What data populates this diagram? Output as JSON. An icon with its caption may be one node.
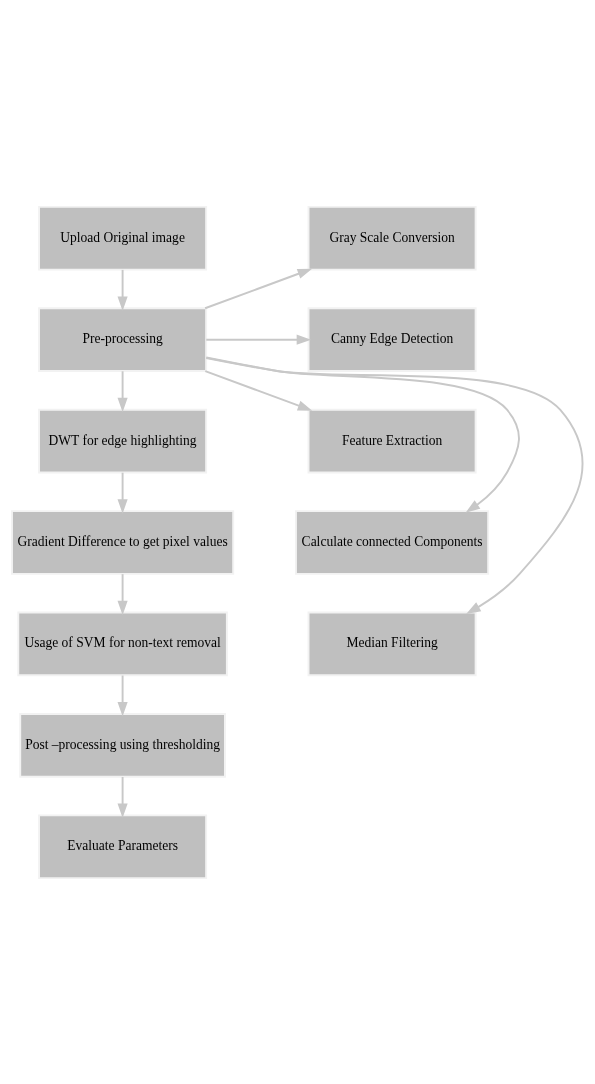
{
  "diagram": {
    "nodes": [
      {
        "text": [
          "Upload Original image"
        ]
      },
      {
        "text": [
          "Pre-processing"
        ]
      },
      {
        "text": [
          "DWT for edge highlighting"
        ]
      },
      {
        "text": [
          "Gradient Difference to get pixel values"
        ]
      },
      {
        "text": [
          "Usage of SVM for non-text removal"
        ]
      },
      {
        "text": [
          "Post –processing using thresholding"
        ]
      },
      {
        "text": [
          "Evaluate Parameters"
        ]
      },
      {
        "text": [
          "Gray Scale Conversion"
        ]
      },
      {
        "text": [
          "Canny Edge Detection"
        ]
      },
      {
        "text": [
          "Feature Extraction"
        ]
      },
      {
        "text": [
          "Calculate connected Components"
        ]
      },
      {
        "text": [
          "Median Filtering"
        ]
      }
    ],
    "edges": [
      {
        "from": 0,
        "to": 1,
        "arrow": "to"
      },
      {
        "from": 1,
        "to": 2,
        "arrow": "to"
      },
      {
        "from": 2,
        "to": 3,
        "arrow": "to"
      },
      {
        "from": 3,
        "to": 4,
        "arrow": "to"
      },
      {
        "from": 4,
        "to": 5,
        "arrow": "to"
      },
      {
        "from": 5,
        "to": 6,
        "arrow": "to"
      },
      {
        "from": 1,
        "to": 7,
        "arrow": "to"
      },
      {
        "from": 1,
        "to": 8,
        "arrow": "to"
      },
      {
        "from": 1,
        "to": 9,
        "arrow": "to"
      },
      {
        "from": 1,
        "to": 10,
        "arrow": "to"
      },
      {
        "from": 1,
        "to": 11,
        "arrow": "to"
      }
    ]
  }
}
